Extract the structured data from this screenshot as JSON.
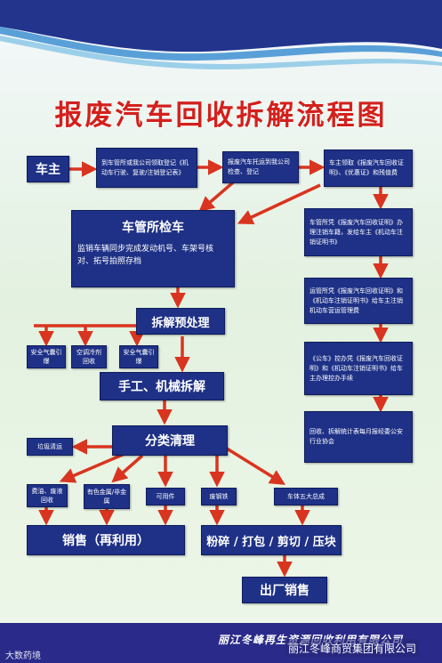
{
  "title": "报废汽车回收拆解流程图",
  "nodes": {
    "owner": "车主",
    "to_dmv": "到车管所或我公司领取登记《机动车行驶、复驶/注销登记表》",
    "tow": "报废汽车托运到我公司检查、登记",
    "certify": "车主领取《报废汽车回收证明》、《优惠证》和残值费",
    "dmv_inspect_title": "车管所检车",
    "dmv_inspect_desc": "监销车辆同步完成发动机号、车架号核对、拓号拍照存档",
    "cancel_reg": "车管所凭《报废汽车回收证明》办理注销车籍，发给车主《机动车注销证明书》",
    "transport": "运管所凭《报废汽车回收证明》和《机动车注销证明书》给车主注销机动车营运管理费",
    "insurance": "《公车》控办凭《报废汽车回收证明》和《机动车注销证明书》给车主办理控办手续",
    "stats": "回收、拆解统计表每月报经委公安行业协会",
    "pretreat": "拆解预处理",
    "airbag1": "安全气囊引爆",
    "ac": "空调冷剂回收",
    "airbag2": "安全气囊引爆",
    "manual": "手工、机械拆解",
    "sort": "分类清理",
    "trash": "垃圾清运",
    "oil": "费油、废液回收",
    "metal": "有色金属/非金属",
    "usable": "可用件",
    "scrap": "废钢铁",
    "body5": "车体五大总成",
    "sale": "销售（再利用）",
    "crush": "粉碎 / 打包 / 剪切 / 压块",
    "exit": "出厂销售"
  },
  "footer": {
    "company": "丽江冬峰再生资源回收利用有限公司",
    "wm_left": "大数药境",
    "wm_right": "丽江冬峰商贸集团有限公司"
  },
  "colors": {
    "box": "#1e3186",
    "arrow": "#d9341f",
    "title": "#d3201c"
  }
}
